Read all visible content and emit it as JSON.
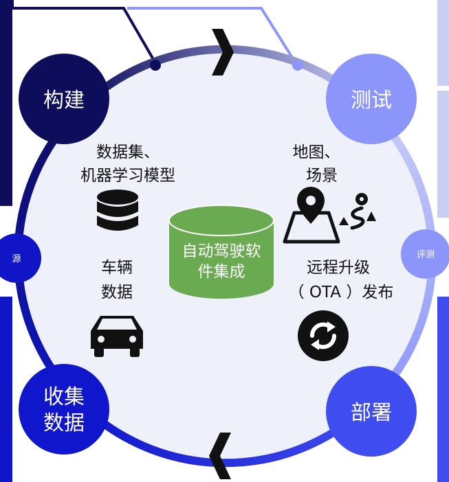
{
  "nodes": {
    "build": "构建",
    "test": "测试",
    "deploy": "部署",
    "collect_line1": "收集",
    "collect_line2": "数据"
  },
  "small_nodes": {
    "source": "源",
    "evaluate": "评测"
  },
  "center": {
    "line1": "自动驾驶软",
    "line2": "件集成"
  },
  "labels": {
    "dataset_line1": "数据集、",
    "dataset_line2": "机器学习模型",
    "map_line1": "地图、",
    "map_line2": "场景",
    "vehicle_line1": "车辆",
    "vehicle_line2": "数据",
    "ota_line1": "远程升级",
    "ota_line2": "（ OTA ）发布"
  },
  "icons": {
    "dataset": "database-icon",
    "map": "map-pin-icon",
    "route": "route-icon",
    "vehicle": "car-icon",
    "ota": "sync-icon",
    "top_arrow": "chevron-right-icon",
    "bottom_arrow": "chevron-left-icon"
  },
  "colors": {
    "build": "#0d0d5c",
    "test": "#8c96fa",
    "deploy": "#3f4df0",
    "collect": "#0f16cc",
    "center": "#6aaa50",
    "ring_fill": "#eef0fa"
  }
}
